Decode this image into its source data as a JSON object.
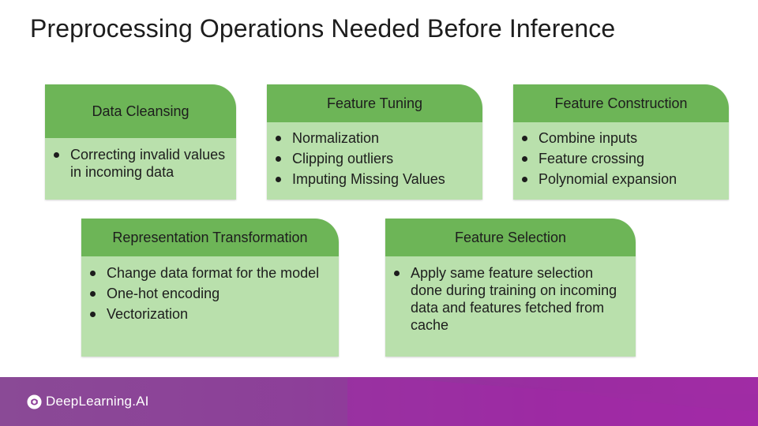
{
  "title": "Preprocessing Operations Needed Before Inference",
  "cards": [
    {
      "heading": "Data Cleansing",
      "items": [
        "Correcting invalid values in incoming data"
      ]
    },
    {
      "heading": "Feature Tuning",
      "items": [
        "Normalization",
        "Clipping outliers",
        "Imputing Missing Values"
      ]
    },
    {
      "heading": "Feature Construction",
      "items": [
        "Combine inputs",
        "Feature crossing",
        "Polynomial expansion"
      ]
    },
    {
      "heading": "Representation Transformation",
      "items": [
        "Change data format for the model",
        "One-hot encoding",
        "Vectorization"
      ]
    },
    {
      "heading": "Feature Selection",
      "items": [
        "Apply same feature selection done during training on incoming data and features fetched from cache"
      ]
    }
  ],
  "footer": {
    "brand": "DeepLearning.AI",
    "logo_icon": "deeplearning-ai-logo-icon"
  },
  "colors": {
    "header_green": "#6db557",
    "body_green": "#b9e0ac",
    "footer_purple": "#8d3f99"
  }
}
